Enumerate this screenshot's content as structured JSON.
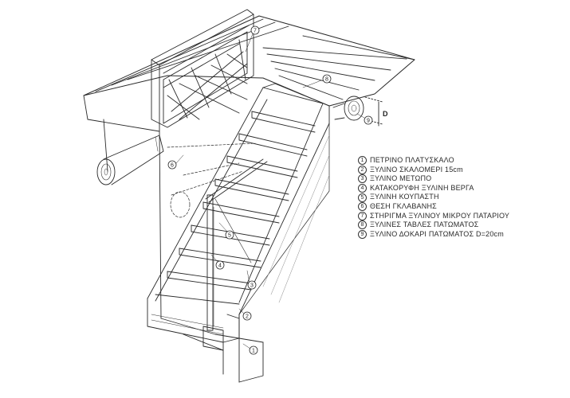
{
  "legend": [
    {
      "num": "1",
      "text": "ΠΕΤΡΙΝΟ ΠΛΑΤΥΣΚΑΛΟ"
    },
    {
      "num": "2",
      "text": "ΞΥΛΙΝΟ ΣΚΑΛΟΜΕΡΙ 15cm"
    },
    {
      "num": "3",
      "text": "ΞΥΛΙΝΟ ΜΕΤΩΠΟ"
    },
    {
      "num": "4",
      "text": "ΚΑΤΑΚΟΡΥΦΗ ΞΥΛΙΝΗ ΒΕΡΓΑ"
    },
    {
      "num": "5",
      "text": "ΞΥΛΙΝΗ ΚΟΥΠΑΣΤΗ"
    },
    {
      "num": "6",
      "text": "ΘΕΣΗ ΓΚΛΑΒΑΝΗΣ"
    },
    {
      "num": "7",
      "text": "ΣΤΗΡΙΓΜΑ ΞΥΛΙΝΟΥ ΜΙΚΡΟΥ ΠΑΤΑΡΙΟΥ"
    },
    {
      "num": "8",
      "text": "ΞΥΛΙΝΕΣ ΤΑΒΛΕΣ ΠΑΤΩΜΑΤΟΣ"
    },
    {
      "num": "9",
      "text": "ΞΥΛΙΝΟ ΔΟΚΑΡΙ ΠΑΤΩΜΑΤΟΣ D=20cm"
    }
  ],
  "callouts": {
    "c1": "1",
    "c2": "2",
    "c3": "3",
    "c4": "4",
    "c5": "5",
    "c6": "6",
    "c7": "7",
    "c8": "8",
    "c9": "9"
  },
  "dimension_label": "D",
  "colors": {
    "ink": "#2a2a2a",
    "paper": "#ffffff",
    "hatch": "#8a8a8a"
  }
}
